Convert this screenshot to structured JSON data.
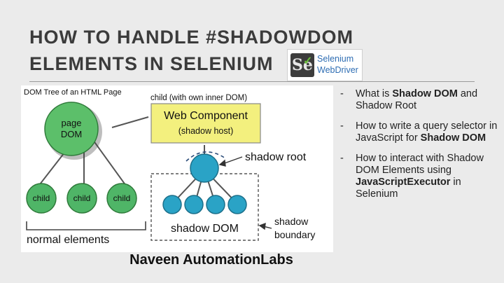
{
  "title": {
    "line1": "HOW TO HANDLE #SHADOWDOM",
    "line2": "ELEMENTS IN SELENIUM"
  },
  "logo": {
    "glyph": "Se",
    "line1": "Selenium",
    "line2": "WebDriver"
  },
  "diagram": {
    "dom_tree_label": "DOM Tree of an HTML Page",
    "child_with_dom": "child (with own inner DOM)",
    "page_dom_line1": "page",
    "page_dom_line2": "DOM",
    "child_label": "child",
    "web_component": "Web Component",
    "shadow_host": "(shadow host)",
    "shadow_root": "shadow root",
    "shadow_dom": "shadow DOM",
    "normal_elements": "normal elements",
    "shadow_boundary_line1": "shadow",
    "shadow_boundary_line2": "boundary",
    "colors": {
      "big_node": "#5cbf6a",
      "child_node": "#4fb567",
      "shadow_node": "#2aa3c6",
      "component_fill": "#f3f07e"
    }
  },
  "bullets": [
    {
      "pre": "What is ",
      "bold": "Shadow DOM",
      "post": " and Shadow Root"
    },
    {
      "pre": "How to write a query selector in JavaScript for ",
      "bold": "Shadow DOM",
      "post": ""
    },
    {
      "pre": "How to interact with Shadow DOM Elements using ",
      "bold": "JavaScriptExecutor",
      "post": " in Selenium"
    }
  ],
  "footer": "Naveen AutomationLabs"
}
